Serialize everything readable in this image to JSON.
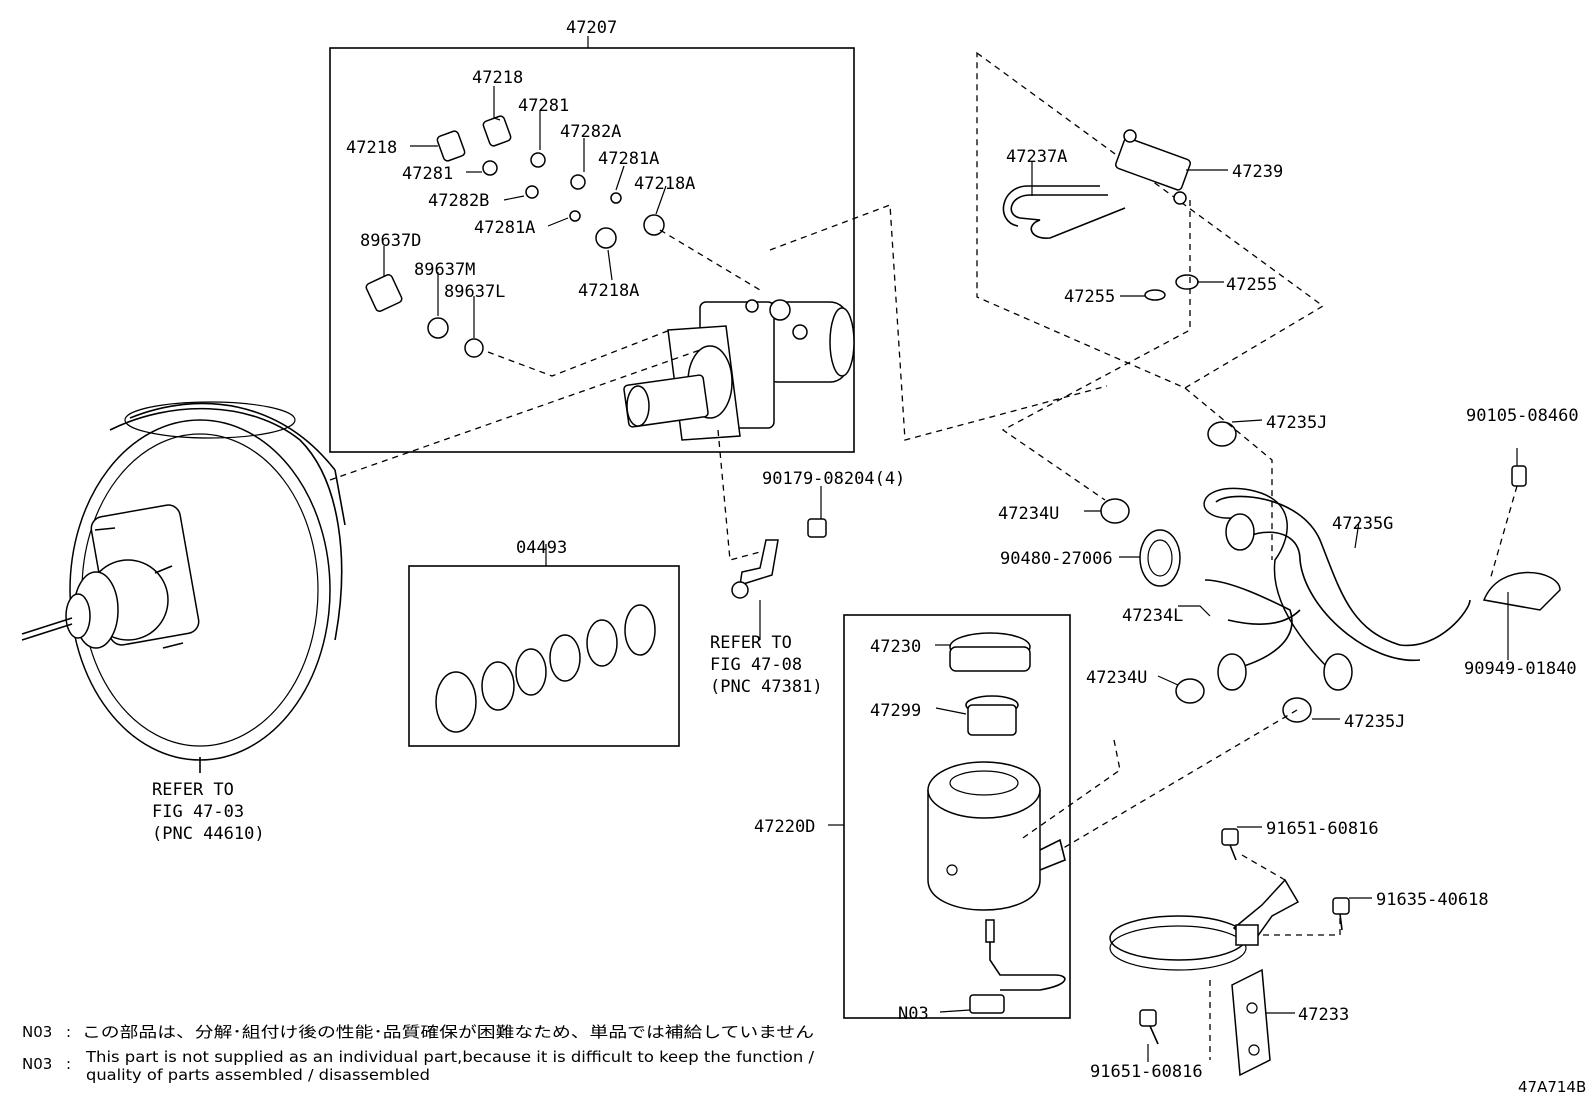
{
  "labels": {
    "p47207": "47207",
    "p47218_top": "47218",
    "p47281_top": "47281",
    "p47218_left": "47218",
    "p47282A": "47282A",
    "p47281_mid": "47281",
    "p47281A_top": "47281A",
    "p47282B": "47282B",
    "p47218A_top": "47218A",
    "p47281A_low": "47281A",
    "p89637D": "89637D",
    "p89637M": "89637M",
    "p89637L": "89637L",
    "p47218A_low": "47218A",
    "p47237A": "47237A",
    "p47239": "47239",
    "p47255_left": "47255",
    "p47255_right": "47255",
    "p47235J_top": "47235J",
    "p90105": "90105-08460",
    "p90179": "90179-08204(4)",
    "p47234U_top": "47234U",
    "p47235G": "47235G",
    "p04493": "04493",
    "p90480": "90480-27006",
    "p47234L": "47234L",
    "p47230": "47230",
    "p90949": "90949-01840",
    "p47234U_low": "47234U",
    "p47299": "47299",
    "p47235J_low": "47235J",
    "p47220D": "47220D",
    "p91651_top": "91651-60816",
    "p91635": "91635-40618",
    "p47233": "47233",
    "pN03": "N03",
    "p91651_low": "91651-60816"
  },
  "refers": {
    "booster_1": "REFER TO",
    "booster_2": "FIG 47-03",
    "booster_3": "(PNC 44610)",
    "bracket_1": "REFER TO",
    "bracket_2": "FIG 47-08",
    "bracket_3": "(PNC 47381)"
  },
  "notes": {
    "code_1": "N03",
    "sep_1": ":",
    "text_1": "この部品は、分解･組付け後の性能･品質確保が困難なため、単品では補給していません",
    "code_2": "N03",
    "sep_2": ":",
    "text_2a": "This part is not supplied as an individual part,because it is difficult to keep the function /",
    "text_2b": "quality of parts assembled / disassembled"
  },
  "figure_id": "47A714B"
}
